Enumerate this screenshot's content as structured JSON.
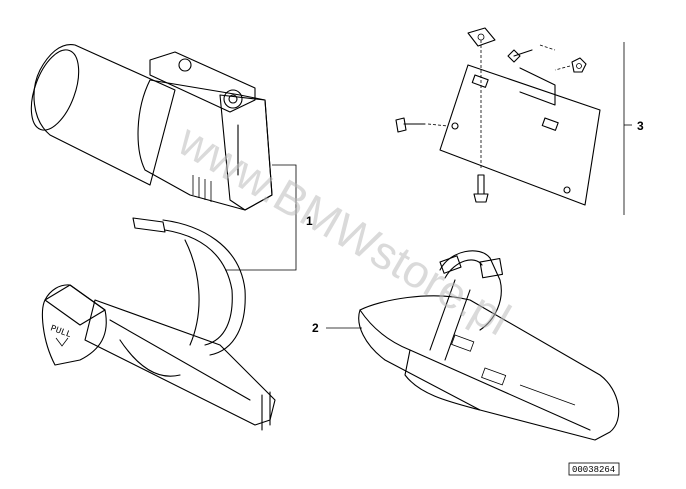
{
  "diagram": {
    "callouts": [
      "1",
      "2",
      "3"
    ],
    "part_number": "00038264",
    "pull_label": "PULL",
    "watermark": "www.BMWstore.pl",
    "colors": {
      "line": "#000000",
      "background": "#ffffff",
      "watermark": "#bdbdbd"
    }
  }
}
